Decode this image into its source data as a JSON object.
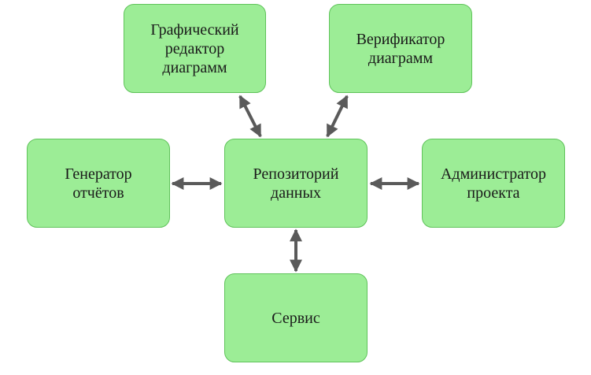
{
  "diagram": {
    "nodes": {
      "editor": "Графический\nредактор\nдиаграмм",
      "verifier": "Верификатор\nдиаграмм",
      "reports": "Генератор\nотчётов",
      "repository": "Репозиторий\nданных",
      "admin": "Администратор\nпроекта",
      "service": "Сервис"
    },
    "connections": [
      {
        "from": "repository",
        "to": "editor",
        "type": "bidirectional"
      },
      {
        "from": "repository",
        "to": "verifier",
        "type": "bidirectional"
      },
      {
        "from": "repository",
        "to": "reports",
        "type": "bidirectional"
      },
      {
        "from": "repository",
        "to": "admin",
        "type": "bidirectional"
      },
      {
        "from": "repository",
        "to": "service",
        "type": "bidirectional"
      }
    ],
    "colors": {
      "node_fill": "#9ced96",
      "node_border": "#5fc35a",
      "arrow": "#5a5a5a",
      "text": "#1a1a1a"
    }
  }
}
